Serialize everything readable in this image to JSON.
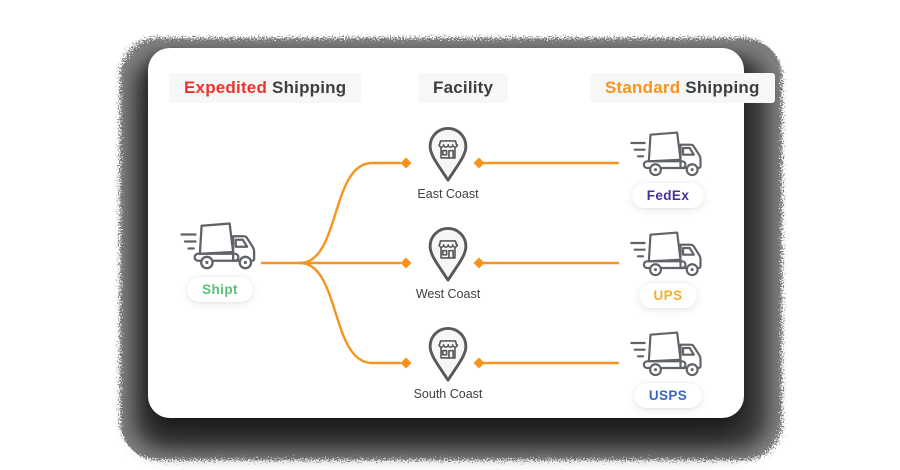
{
  "header": {
    "expedited": {
      "highlight": "Expedited",
      "rest": "Shipping"
    },
    "facility": {
      "label": "Facility"
    },
    "standard": {
      "highlight": "Standard",
      "rest": "Shipping"
    }
  },
  "source": {
    "label": "Shipt",
    "color": "#57c278"
  },
  "facilities": [
    {
      "label": "East Coast"
    },
    {
      "label": "West Coast"
    },
    {
      "label": "South Coast"
    }
  ],
  "carriers": [
    {
      "label": "FedEx",
      "color": "#4a2f9c"
    },
    {
      "label": "UPS",
      "color": "#f2b02a"
    },
    {
      "label": "USPS",
      "color": "#3a67c0"
    }
  ],
  "colors": {
    "connector": "#f7941e",
    "icon_stroke": "#5f6368",
    "expedited_highlight": "#ed342c",
    "standard_highlight": "#f7941d"
  }
}
